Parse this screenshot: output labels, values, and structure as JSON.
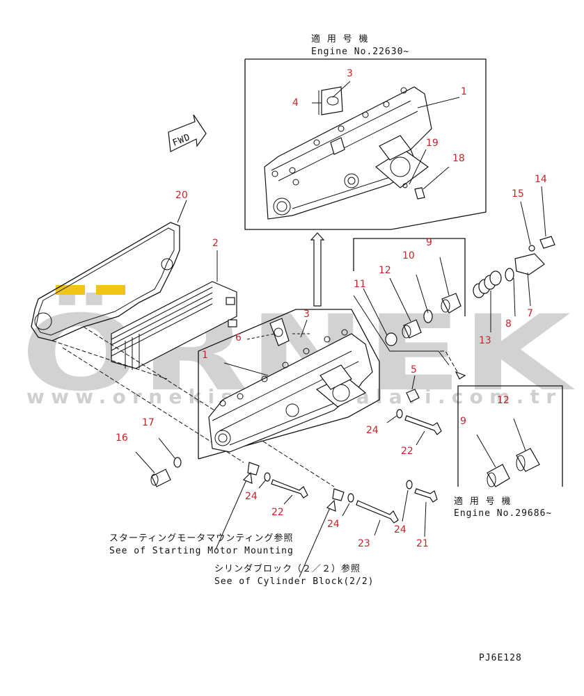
{
  "watermark": {
    "brand": "ÖRNEK",
    "url": "www.ornekismalzahalari.com.tr",
    "brand_color": "#d2d2d2",
    "accent_color": "#f0c419"
  },
  "part_number_color": "#c8232a",
  "notes": {
    "top_jp": "適 用 号 機",
    "top_en": "Engine No.22630~",
    "right_jp": "適 用 号 機",
    "right_en": "Engine No.29686~",
    "starting_jp": "スターティングモータマウンティング参照",
    "starting_en": "See of Starting Motor Mounting",
    "cylinder_jp": "シリンダブロック（２／２）参照",
    "cylinder_en": "See of Cylinder Block(2/2)",
    "fwd": "FWD",
    "page_code": "PJ6E128"
  },
  "part_numbers": {
    "p1_top": "1",
    "p3_top": "3",
    "p4": "4",
    "p19": "19",
    "p18": "18",
    "p14": "14",
    "p15": "15",
    "p20": "20",
    "p2": "2",
    "p9_main": "9",
    "p10": "10",
    "p12_main": "12",
    "p11": "11",
    "p7": "7",
    "p8": "8",
    "p13": "13",
    "p3_main": "3",
    "p6": "6",
    "p1_main": "1",
    "p5": "5",
    "p12_right": "12",
    "p9_right": "9",
    "p17": "17",
    "p16": "16",
    "p24_a": "24",
    "p22_a": "22",
    "p24_b": "24",
    "p22_b": "22",
    "p24_c": "24",
    "p24_d": "24",
    "p23": "23",
    "p21": "21"
  }
}
